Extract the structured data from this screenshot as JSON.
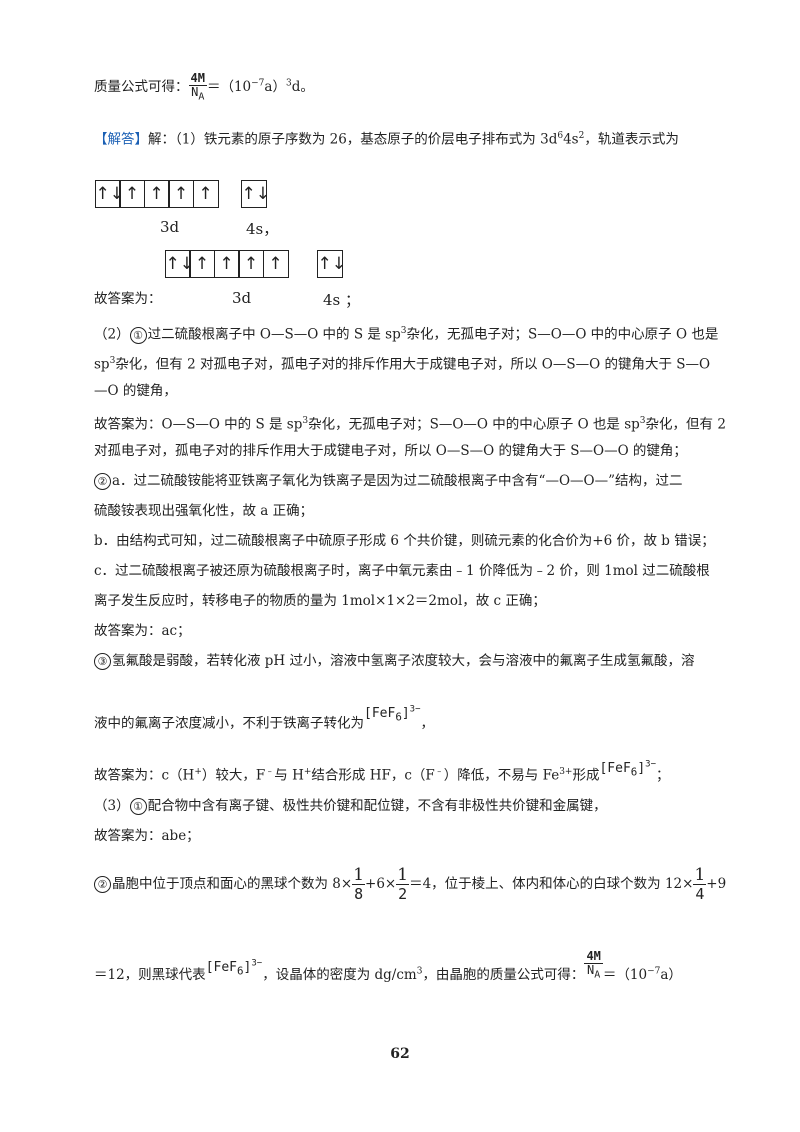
{
  "line01": {
    "prefix": "质量公式可得：",
    "frac_num": "4M",
    "frac_den": "N",
    "frac_sub": "A",
    "suffix": "＝（10",
    "exp": "−7",
    "suffix2": "a）",
    "exp2": "3",
    "suffix3": "d。"
  },
  "line02": {
    "tag": "【解答】",
    "text": "解：（1）铁元素的原子序数为 26，基态原子的价层电子排布式为 3d",
    "s1": "6",
    "t2": "4s",
    "s2": "2",
    "t3": "，轨道表示式为"
  },
  "orbital": {
    "d_boxes": [
      "↑↓",
      "↑",
      "↑",
      "↑",
      "↑"
    ],
    "s_boxes": [
      "↑↓"
    ],
    "d_label": "3d",
    "s_label": "4s",
    "comma": "，"
  },
  "line05": {
    "text": "故答案为：",
    "d_label": "3d",
    "s_label": "4s",
    "end": "；"
  },
  "line06": {
    "a": "（2）",
    "circ": "①",
    "b": "过二硫酸根离子中 O—S—O 中的 S 是 sp",
    "s": "3",
    "c": "杂化，无孤电子对；S—O—O 中的中心原子 O 也是"
  },
  "line07": {
    "a": "sp",
    "s": "3",
    "b": "杂化，但有 2 对孤电子对，孤电子对的排斥作用大于成键电子对，所以 O—S—O 的键角大于 S—O"
  },
  "line08": {
    "text": "—O 的键角，"
  },
  "line09": {
    "a": "故答案为：O—S—O 中的 S 是 sp",
    "s": "3",
    "b": "杂化，无孤电子对；S—O—O 中的中心原子 O 也是 sp",
    "s2": "3",
    "c": "杂化，但有 2"
  },
  "line10": {
    "text": "对孤电子对，孤电子对的排斥作用大于成键电子对，所以 O—S—O 的键角大于 S—O—O 的键角；"
  },
  "line11": {
    "circ": "②",
    "text": "a．过二硫酸铵能将亚铁离子氧化为铁离子是因为过二硫酸根离子中含有“—O—O—”结构，过二"
  },
  "line12": {
    "text": "硫酸铵表现出强氧化性，故 a 正确；"
  },
  "line13": {
    "text": "b．由结构式可知，过二硫酸根离子中硫原子形成 6 个共价键，则硫元素的化合价为+6 价，故 b 错误；"
  },
  "line14": {
    "text": "c．过二硫酸根离子被还原为硫酸根离子时，离子中氧元素由﹣1 价降低为﹣2 价，则 1mol 过二硫酸根"
  },
  "line15": {
    "text": "离子发生反应时，转移电子的物质的量为 1mol×1×2＝2mol，故 c 正确；"
  },
  "line16": {
    "text": "故答案为：ac；"
  },
  "line17": {
    "circ": "③",
    "text": "氢氟酸是弱酸，若转化液 pH 过小，溶液中氢离子浓度较大，会与溶液中的氟离子生成氢氟酸，溶"
  },
  "line18": {
    "text": "液中的氟离子浓度减小，不利于铁离子转化为",
    "ion": "[FeF",
    "ion_sub": "6",
    "ion_br": "]",
    "ion_sup": "3−",
    "end": "，"
  },
  "line19": {
    "a": "故答案为：c（H",
    "s1": "+",
    "b": "）较大，F",
    "s2": "﹣",
    "c": "与 H",
    "s3": "+",
    "d": "结合形成 HF，c（F",
    "s4": "﹣",
    "e": "）降低，不易与 Fe",
    "s5": "3+",
    "f": "形成",
    "ion": "[FeF",
    "ion_sub": "6",
    "ion_br": "]",
    "ion_sup": "3−",
    "end": "；"
  },
  "line20": {
    "a": "（3）",
    "circ": "①",
    "b": "配合物中含有离子键、极性共价键和配位键，不含有非极性共价键和金属键，"
  },
  "line21": {
    "text": "故答案为：abe；"
  },
  "line22": {
    "circ": "②",
    "a": "晶胞中位于顶点和面心的黑球个数为 8×",
    "f1n": "1",
    "f1d": "8",
    "b": "+6×",
    "f2n": "1",
    "f2d": "2",
    "c": "＝4，位于棱上、体内和体心的白球个数为 12×",
    "f3n": "1",
    "f3d": "4",
    "d": "+9"
  },
  "line23": {
    "a": "＝12，则黑球代表",
    "ion": "[FeF",
    "ion_sub": "6",
    "ion_br": "]",
    "ion_sup": "3−",
    "b": "，设晶体的密度为 dg/cm",
    "s": "3",
    "c": "，由晶胞的质量公式可得：",
    "frac_num": "4M",
    "frac_den": "N",
    "frac_sub": "A",
    "d": "＝（10",
    "exp": "−7",
    "e": "a）"
  },
  "page_number": "62"
}
